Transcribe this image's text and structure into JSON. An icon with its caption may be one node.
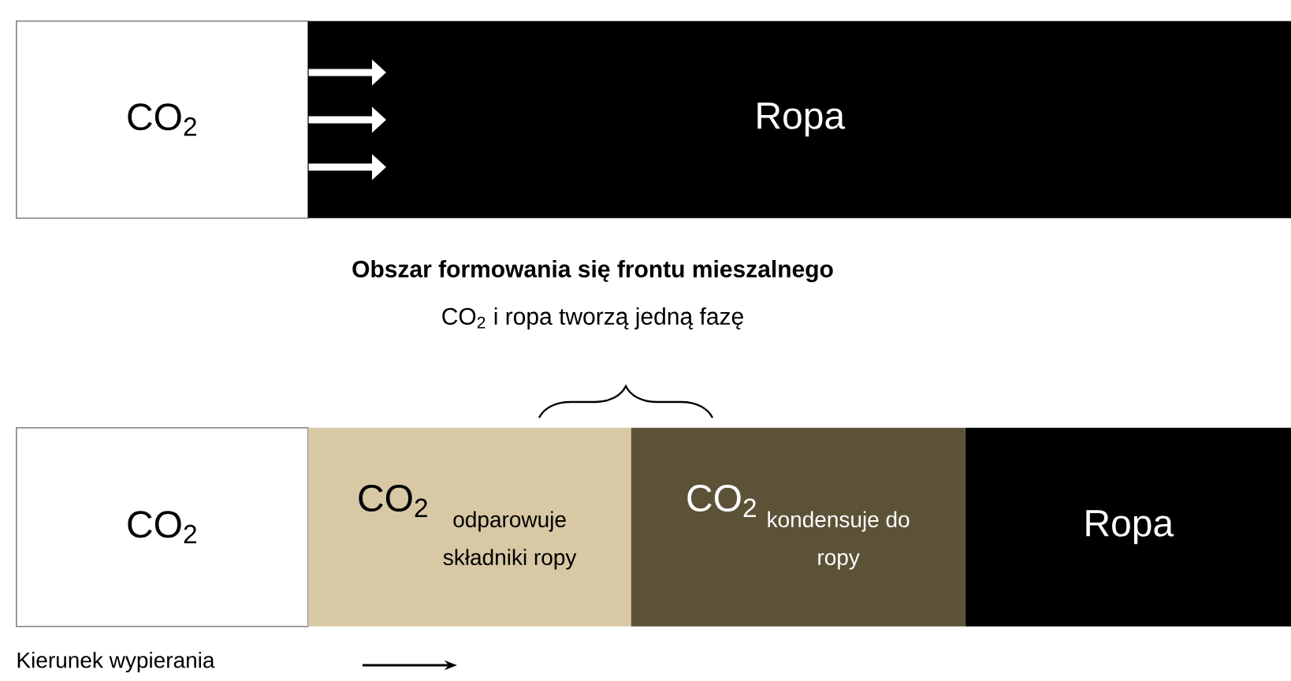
{
  "diagram": {
    "nodes": [
      {
        "text": [
          "CO$_{2}$"
        ]
      },
      {
        "text": [
          "Ropa"
        ]
      },
      {
        "text": [
          "CO$_{2}$"
        ]
      },
      {
        "text": [
          "CO$_{2}$",
          "odparowuje składniki ropy"
        ]
      },
      {
        "text": [
          "CO$_{2}$",
          "kondensuje do ropy"
        ]
      },
      {
        "text": [
          "Ropa"
        ]
      }
    ],
    "edges": [
      {
        "from": 0,
        "to": 1,
        "arrow": "to"
      },
      {
        "from": 0,
        "to": 1,
        "arrow": "to"
      },
      {
        "from": 0,
        "to": 1,
        "arrow": "to"
      }
    ],
    "labels": [
      "Obszar formowania się frontu mieszalnego",
      "CO$_{2}$ i ropa tworzą jedną  fazę",
      "Kierunek wypierania"
    ]
  }
}
